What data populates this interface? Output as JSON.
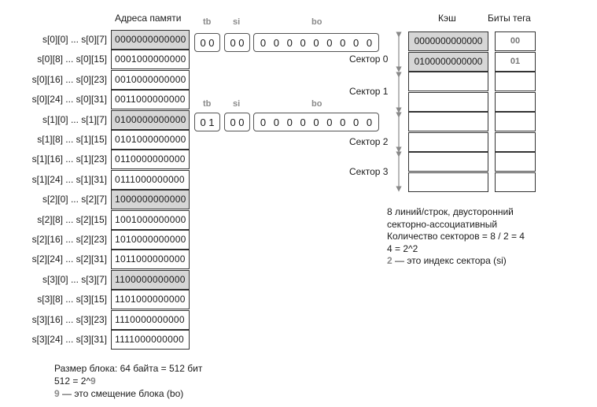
{
  "memory": {
    "header": "Адреса памяти",
    "rows": [
      {
        "label": "s[0][0] ... s[0][7]",
        "address": "0000000000000",
        "highlight": true
      },
      {
        "label": "s[0][8] ... s[0][15]",
        "address": "0001000000000",
        "highlight": false
      },
      {
        "label": "s[0][16] ... s[0][23]",
        "address": "0010000000000",
        "highlight": false
      },
      {
        "label": "s[0][24] ... s[0][31]",
        "address": "0011000000000",
        "highlight": false
      },
      {
        "label": "s[1][0] ... s[1][7]",
        "address": "0100000000000",
        "highlight": true
      },
      {
        "label": "s[1][8] ... s[1][15]",
        "address": "0101000000000",
        "highlight": false
      },
      {
        "label": "s[1][16] ... s[1][23]",
        "address": "0110000000000",
        "highlight": false
      },
      {
        "label": "s[1][24] ... s[1][31]",
        "address": "0111000000000",
        "highlight": false
      },
      {
        "label": "s[2][0] ... s[2][7]",
        "address": "1000000000000",
        "highlight": true
      },
      {
        "label": "s[2][8] ... s[2][15]",
        "address": "1001000000000",
        "highlight": false
      },
      {
        "label": "s[2][16] ... s[2][23]",
        "address": "1010000000000",
        "highlight": false
      },
      {
        "label": "s[2][24] ... s[2][31]",
        "address": "1011000000000",
        "highlight": false
      },
      {
        "label": "s[3][0] ... s[3][7]",
        "address": "1100000000000",
        "highlight": true
      },
      {
        "label": "s[3][8] ... s[3][15]",
        "address": "1101000000000",
        "highlight": false
      },
      {
        "label": "s[3][16] ... s[3][23]",
        "address": "1110000000000",
        "highlight": false
      },
      {
        "label": "s[3][24] ... s[3][31]",
        "address": "1111000000000",
        "highlight": false
      }
    ]
  },
  "breakdowns": [
    {
      "tb_label": "tb",
      "si_label": "si",
      "bo_label": "bo",
      "tb_bits": "0 0",
      "si_bits": "0 0",
      "bo_bits": [
        "0",
        "0",
        "0",
        "0",
        "0",
        "0",
        "0",
        "0",
        "0"
      ]
    },
    {
      "tb_label": "tb",
      "si_label": "si",
      "bo_label": "bo",
      "tb_bits": "0 1",
      "si_bits": "0 0",
      "bo_bits": [
        "0",
        "0",
        "0",
        "0",
        "0",
        "0",
        "0",
        "0",
        "0"
      ]
    }
  ],
  "sectors": [
    "Сектор 0",
    "Сектор 1",
    "Сектор 2",
    "Сектор 3"
  ],
  "cache": {
    "header": "Кэш",
    "tag_header": "Биты тега",
    "lines": [
      {
        "value": "0000000000000",
        "tag": "00",
        "highlight": true
      },
      {
        "value": "0100000000000",
        "tag": "01",
        "highlight": true
      },
      {
        "value": "",
        "tag": "",
        "highlight": false
      },
      {
        "value": "",
        "tag": "",
        "highlight": false
      },
      {
        "value": "",
        "tag": "",
        "highlight": false
      },
      {
        "value": "",
        "tag": "",
        "highlight": false
      },
      {
        "value": "",
        "tag": "",
        "highlight": false
      },
      {
        "value": "",
        "tag": "",
        "highlight": false
      }
    ]
  },
  "cache_notes": {
    "line1": "8 линий/строк, двусторонний",
    "line2": "секторно-ассоциативный",
    "line3": "Количество секторов = 8 / 2 = 4",
    "line4": "4 = 2^2",
    "line5_num": "2",
    "line5_rest": " — это индекс сектора (si)"
  },
  "block_notes": {
    "line1": "Размер блока: 64 байта = 512 бит",
    "line2_prefix": "512 = 2^",
    "line2_exp": "9",
    "line3_num": "9",
    "line3_rest": " — это смещение блока (bo)"
  },
  "colors": {
    "highlight": "#d6d6d6",
    "field_label": "#8a8a8a",
    "arrow": "#888888"
  }
}
